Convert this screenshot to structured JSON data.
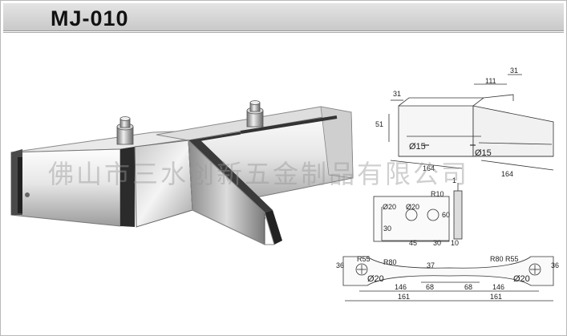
{
  "header": {
    "model": "MJ-010"
  },
  "watermark": {
    "text": "佛山市三水创新五金制品有限公司"
  },
  "drawing_top": {
    "d31_left": "31",
    "d111": "111",
    "d31_right": "31",
    "d51": "51",
    "phi15_left": "Ø15",
    "phi15_right": "Ø15",
    "d164_left": "164",
    "d164_right": "164"
  },
  "drawing_mid": {
    "phi20_a": "Ø20",
    "phi20_b": "Ø20",
    "r10": "R10",
    "d1": "1",
    "d30": "30",
    "d60": "60",
    "d45": "45",
    "d30b": "30",
    "d10": "10"
  },
  "drawing_bottom": {
    "d36_left": "36",
    "d36_right": "36",
    "r55_left": "R55",
    "r55_right": "R55",
    "r80_left": "R80",
    "r80_right": "R80",
    "d37": "37",
    "phi20_left": "Ø20",
    "phi20_right": "Ø20",
    "d146_left": "146",
    "d68_left": "68",
    "d68_right": "68",
    "d146_right": "146",
    "d161_left": "161",
    "d161_right": "161"
  },
  "colors": {
    "header_bg": "#d4d4d4",
    "metal_light": "#f2f2f2",
    "metal_dark": "#6e6e6e",
    "glass_edge": "#2a2a2a"
  }
}
